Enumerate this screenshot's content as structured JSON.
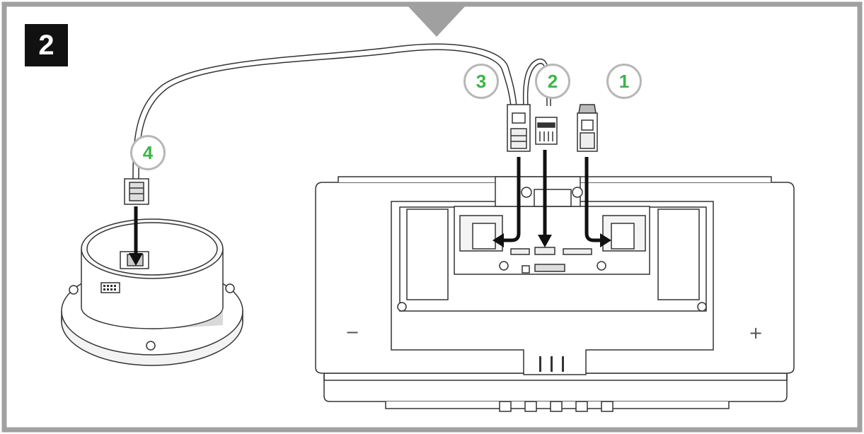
{
  "step_number": "2",
  "callouts": {
    "one": "1",
    "two": "2",
    "three": "3",
    "four": "4"
  },
  "signs": {
    "minus": "−",
    "plus": "+"
  },
  "colors": {
    "frame": "#a0a0a0",
    "callout_ring": "#b7b7b7",
    "callout_text": "#3cb44a",
    "badge_bg": "#111111",
    "outline": "#333333"
  }
}
